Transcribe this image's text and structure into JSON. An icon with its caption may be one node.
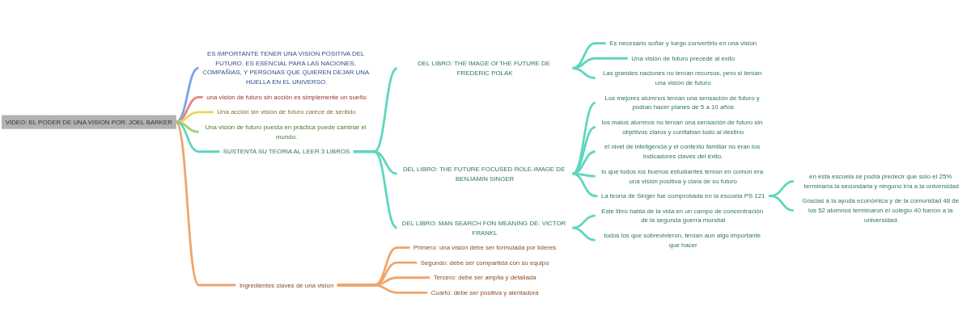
{
  "diagram": {
    "nodes": [
      {
        "text": [
          "VIDEO: EL PODER DE UNA VISION POR: JOEL BARKER"
        ]
      },
      {
        "text": [
          "ES IMPORTANTE TENER UNA VISION POSITIVA DEL FUTURO. ES ESENCIAL PARA LAS NACIONES, COMPAÑIAS, Y PERSONAS QUE QUIEREN DEJAR UNA HUELLA EN EL UNIVERSO."
        ]
      },
      {
        "text": [
          "una visión de futuro sin acción es simplemente un sueño"
        ]
      },
      {
        "text": [
          "Una acción sin visión de futuro carece de sentido"
        ]
      },
      {
        "text": [
          "Una visión de futuro puesta en práctica puede cambiar el mundo."
        ]
      },
      {
        "text": [
          "SUSTENTA SU TEORIA AL LEER 3 LIBROS"
        ]
      },
      {
        "text": [
          "DEL LIBRO: THE IMAGE Of THE FUTURE DE FREDERIC POLAK"
        ]
      },
      {
        "text": [
          "Es necesario soñar y luego convertirlo en una vision"
        ]
      },
      {
        "text": [
          "Una visión de futuro precede al exito"
        ]
      },
      {
        "text": [
          "Las grandes naciones no tenían recursos, pero si tenían una visión de futuro"
        ]
      },
      {
        "text": [
          "DEL LIBRO: THE FUTURE FOCUSED ROLE-IMAGE DE BENJAMIN SINGER"
        ]
      },
      {
        "text": [
          "Los mejores alumnos tenían una sensación de futuro y podían hacer planes de 5 a 10 años"
        ]
      },
      {
        "text": [
          "los malos alumnos no tenían una sensación de futuro sin objetivos claros y confiaban todo al destino"
        ]
      },
      {
        "text": [
          "el nivel de inteligencia y el contexto familiar no eran los indicadores claves del éxito."
        ]
      },
      {
        "text": [
          "lo que todos los buenos estudiantes tenían en común era una visión positiva y clara de su futuro"
        ]
      },
      {
        "text": [
          "La teoría de Singer fue comprobada en la escuela PS 121"
        ]
      },
      {
        "text": [
          "en esta escuela se podía predecir que solo el 25% terminaría la secundaria y ninguno iría a la universidad"
        ]
      },
      {
        "text": [
          "Gracias a la ayuda económica y de la comunidad 48 de los 52 alumnos terminaron el colegio 40 fueron a la universidad."
        ]
      },
      {
        "text": [
          "DEL LIBRO: MAN SEARCH FON MEANING DE: VICTOR FRANKL"
        ]
      },
      {
        "text": [
          "Este libro habla de la vida en un campo de concentración de la segunda guerra mundial"
        ]
      },
      {
        "text": [
          "todos los que sobrevivieron, tenían aun algo importante que hacer"
        ]
      },
      {
        "text": [
          "Ingredientes claves de una vision"
        ]
      },
      {
        "text": [
          "Primero: una visión debe ser formulada por lideres"
        ]
      },
      {
        "text": [
          "Segundo: debe ser compartida con su equipo"
        ]
      },
      {
        "text": [
          "Tercero: debe ser amplia y detallada"
        ]
      },
      {
        "text": [
          "Cuarto: debe ser positiva y alentadora"
        ]
      }
    ],
    "edges": [
      {
        "from": 0,
        "to": 1,
        "arrow": "none",
        "color": "#7ba3e2"
      },
      {
        "from": 0,
        "to": 2,
        "arrow": "none",
        "color": "#e8857e"
      },
      {
        "from": 0,
        "to": 3,
        "arrow": "none",
        "color": "#e8d65e"
      },
      {
        "from": 0,
        "to": 4,
        "arrow": "none",
        "color": "#9bd16a"
      },
      {
        "from": 0,
        "to": 5,
        "arrow": "none"
      },
      {
        "from": 5,
        "to": 6,
        "arrow": "none"
      },
      {
        "from": 6,
        "to": 7,
        "arrow": "none"
      },
      {
        "from": 6,
        "to": 8,
        "arrow": "none"
      },
      {
        "from": 6,
        "to": 9,
        "arrow": "none"
      },
      {
        "from": 5,
        "to": 10,
        "arrow": "none"
      },
      {
        "from": 10,
        "to": 11,
        "arrow": "none"
      },
      {
        "from": 10,
        "to": 12,
        "arrow": "none"
      },
      {
        "from": 10,
        "to": 13,
        "arrow": "none"
      },
      {
        "from": 10,
        "to": 14,
        "arrow": "none"
      },
      {
        "from": 10,
        "to": 15,
        "arrow": "none"
      },
      {
        "from": 15,
        "to": 16,
        "arrow": "none"
      },
      {
        "from": 15,
        "to": 17,
        "arrow": "none"
      },
      {
        "from": 5,
        "to": 18,
        "arrow": "none"
      },
      {
        "from": 18,
        "to": 19,
        "arrow": "none"
      },
      {
        "from": 18,
        "to": 20,
        "arrow": "none"
      },
      {
        "from": 0,
        "to": 21,
        "arrow": "none",
        "color": "#f0a46c"
      },
      {
        "from": 21,
        "to": 22,
        "arrow": "none",
        "color": "#f0a46c"
      },
      {
        "from": 21,
        "to": 23,
        "arrow": "none",
        "color": "#f0a46c"
      },
      {
        "from": 21,
        "to": 24,
        "arrow": "none",
        "color": "#f0a46c"
      },
      {
        "from": 21,
        "to": 25,
        "arrow": "none",
        "color": "#f0a46c"
      }
    ]
  }
}
